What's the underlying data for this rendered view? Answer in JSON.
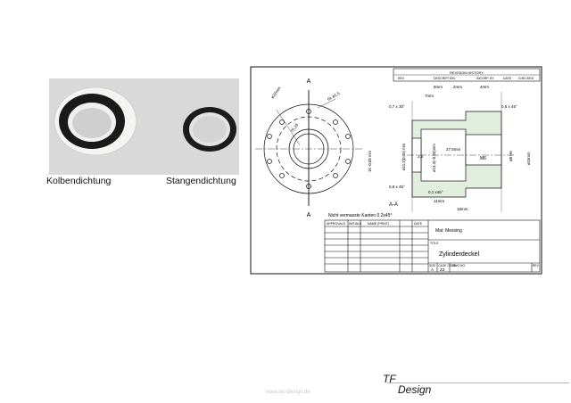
{
  "photo": {
    "label_left": "Kolbendichtung",
    "label_right": "Stangendichtung"
  },
  "drawing": {
    "rev_history": "REVISION HISTORY",
    "rev_cols": [
      "REV",
      "DESCRIPTION",
      "INCORP. BY",
      "DATE",
      "CHECKED"
    ],
    "dims_top": [
      "8mm",
      "2mm",
      "4mm",
      "7mm"
    ],
    "chamfer_tl": "0,7 x 30°",
    "chamfer_tr": "0,5 x 45°",
    "chamfer_bl": "0,8 x 45°",
    "chamfer_b": "0,1 x45°",
    "dim_27": "27,5mm",
    "dim_25": "2,5",
    "dim_d1": "ø11,2(0,05) mm",
    "dim_d2": "ø13,3(+0,03)mm",
    "dim_d3": "ø8 H6",
    "dim_d4": "ø15mm",
    "thread": "M6",
    "dim_16": "16 -0,05 mm",
    "dim_11": "11mm",
    "dim_18": "18mm",
    "section_label": "A-A",
    "label_a": "A",
    "circ_dims": [
      "75,19",
      "6x ø1,5",
      "ø22mm"
    ],
    "note": "Nicht vermasste Kanten 0,2x45°",
    "approvals_cols": [
      "APPROVALS",
      "INITIALS",
      "NAME (PRINT)",
      "DATE"
    ],
    "material": "Mat: Messing",
    "title_label": "TITLE",
    "title": "Zylinderdeckel",
    "size_label": "SIZE",
    "size_value": "A",
    "cage_label": "CAGE CODE",
    "cage_value": "Z3",
    "dwg_label": "DWG NO.",
    "rev_label": "REV"
  },
  "footer": {
    "tf": "TF",
    "design": "Design",
    "watermark": "www.ws-design.de"
  }
}
